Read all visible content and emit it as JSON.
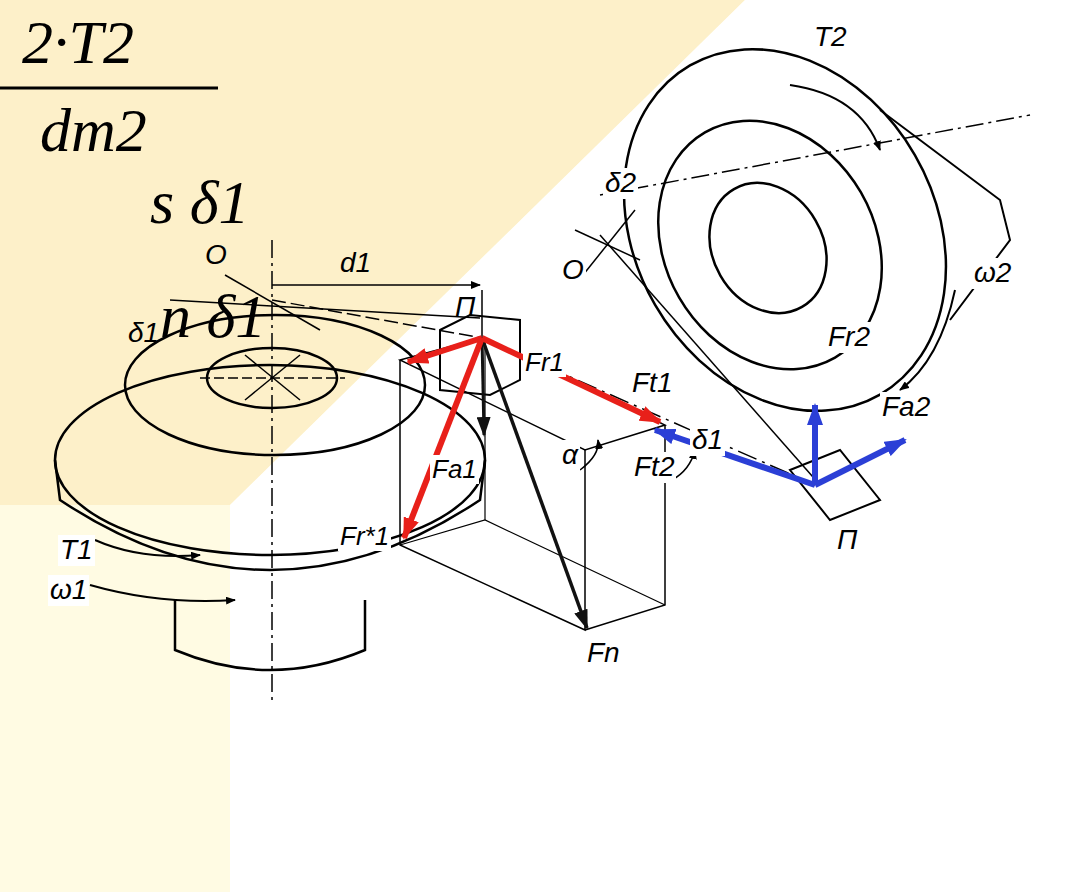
{
  "diagram": {
    "labels": [
      "2·T2",
      "dm2",
      "s δ1",
      "n δ1",
      "T2",
      "ω2",
      "δ2",
      "O",
      "Fr2",
      "Fa2",
      "Ft2",
      "П",
      "O",
      "d1",
      "δ1",
      "П",
      "Fr1",
      "Ft1",
      "Fa1",
      "α",
      "δ1",
      "Fr*1",
      "Fn",
      "T1",
      "ω1"
    ]
  }
}
